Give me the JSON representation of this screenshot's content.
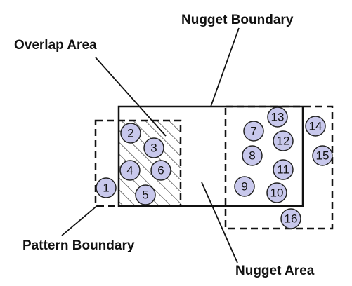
{
  "labels": {
    "nugget_boundary": "Nugget Boundary",
    "overlap_area": "Overlap Area",
    "pattern_boundary": "Pattern Boundary",
    "nugget_area": "Nugget Area"
  },
  "circles": [
    "1",
    "2",
    "3",
    "4",
    "5",
    "6",
    "7",
    "8",
    "9",
    "10",
    "11",
    "12",
    "13",
    "14",
    "15",
    "16"
  ],
  "colors": {
    "circle_fill": "#c8c8ec",
    "line": "#111111"
  }
}
